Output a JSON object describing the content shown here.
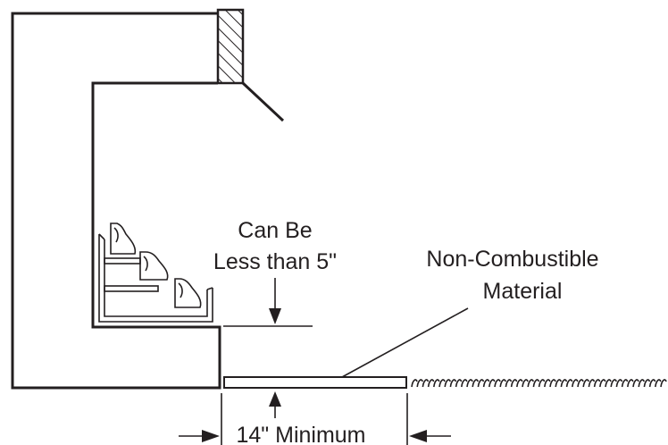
{
  "labels": {
    "clearance_line1": "Can Be",
    "clearance_line2": "Less than 5\"",
    "hearth_line1": "Non-Combustible",
    "hearth_line2": "Material",
    "min_depth": "14\" Minimum"
  },
  "colors": {
    "ink": "#231f20",
    "background": "#ffffff"
  }
}
